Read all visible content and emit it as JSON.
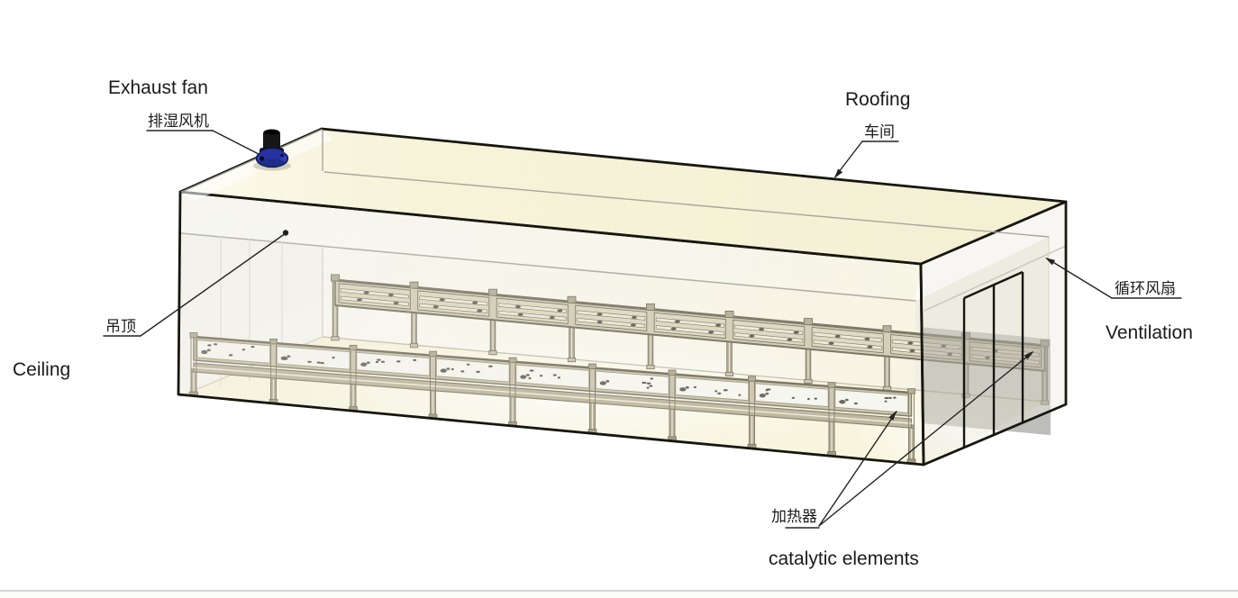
{
  "page": {
    "background": "#ffffff",
    "bottom_divider_color": "#d5d5d3"
  },
  "diagram": {
    "kind": "isometric technical illustration of a drying workshop enclosure",
    "labels": {
      "exhaust_fan": {
        "en": "Exhaust fan",
        "zh": "排湿风机"
      },
      "roofing": {
        "en": "Roofing",
        "zh": "车间"
      },
      "ceiling": {
        "en": "Ceiling",
        "zh": "吊顶"
      },
      "ventilation": {
        "en": "Ventilation",
        "zh": "循环风扇"
      },
      "heaters": {
        "en": "catalytic elements",
        "zh": "加热器"
      }
    },
    "colors": {
      "outline": "#17170f",
      "leader": "#23231f",
      "roof_fill": "#f6f3d8",
      "floor_fill": "#f8f4d9",
      "back_wall_left": "#fbfaf2",
      "back_wall_right": "#f7f3df",
      "upper_band_fill": "#fcfcf7",
      "right_interior": "#efece1",
      "rack_frame": "#67624d",
      "rack_band": "#c9c3a6",
      "rack_slat": "#ebe6d0",
      "rack_post": "#a39b80",
      "rack_rail": "#b1a98b",
      "panel_white": "#f6f6ef",
      "speck": "#3e3a31",
      "fan_blue": "#2e3fc4",
      "fan_blue_mid": "#24339f",
      "fan_blue_dark": "#1b2878",
      "motor_black": "#161616"
    },
    "racks": {
      "upper_louver_rack": {
        "bays": 9,
        "slats_per_bay": 2,
        "clips_per_slat": 2
      },
      "lower_tray_rack": {
        "bays": 9,
        "specks_per_panel": 5
      }
    }
  }
}
